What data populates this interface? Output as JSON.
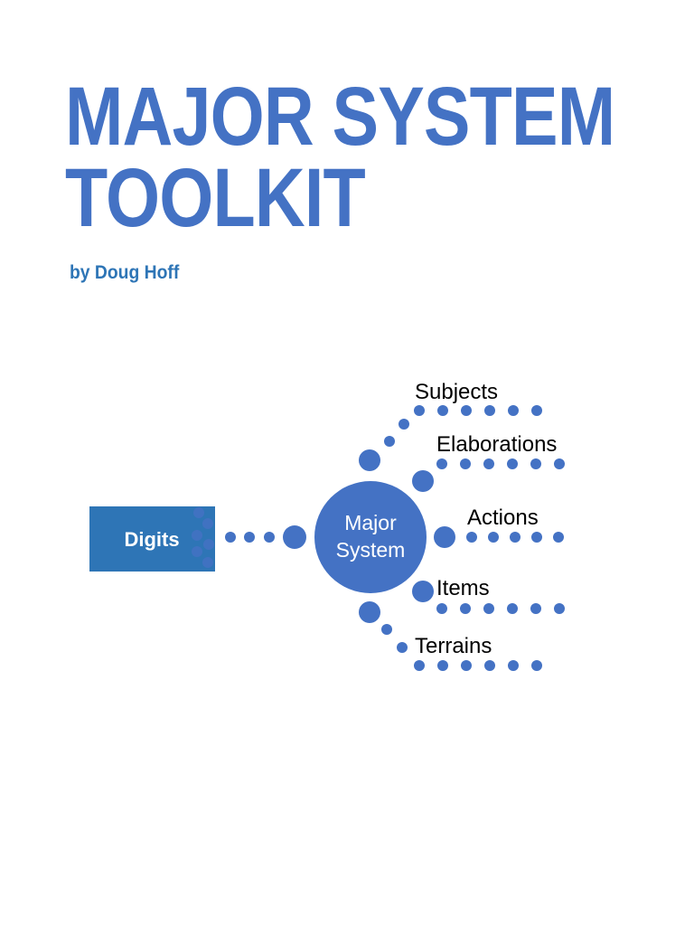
{
  "document": {
    "title_line1": "MAJOR SYSTEM",
    "title_line2": "TOOLKIT",
    "author": "by Doug Hoff"
  },
  "diagram": {
    "input_label": "Digits",
    "center_line1": "Major",
    "center_line2": "System",
    "branches": [
      {
        "label": "Subjects"
      },
      {
        "label": "Elaborations"
      },
      {
        "label": "Actions"
      },
      {
        "label": "Items"
      },
      {
        "label": "Terrains"
      }
    ]
  },
  "colors": {
    "title": "#4472c4",
    "author": "#2e75b6",
    "dots": "#4472c4",
    "digits_box": "#2e75b6"
  }
}
